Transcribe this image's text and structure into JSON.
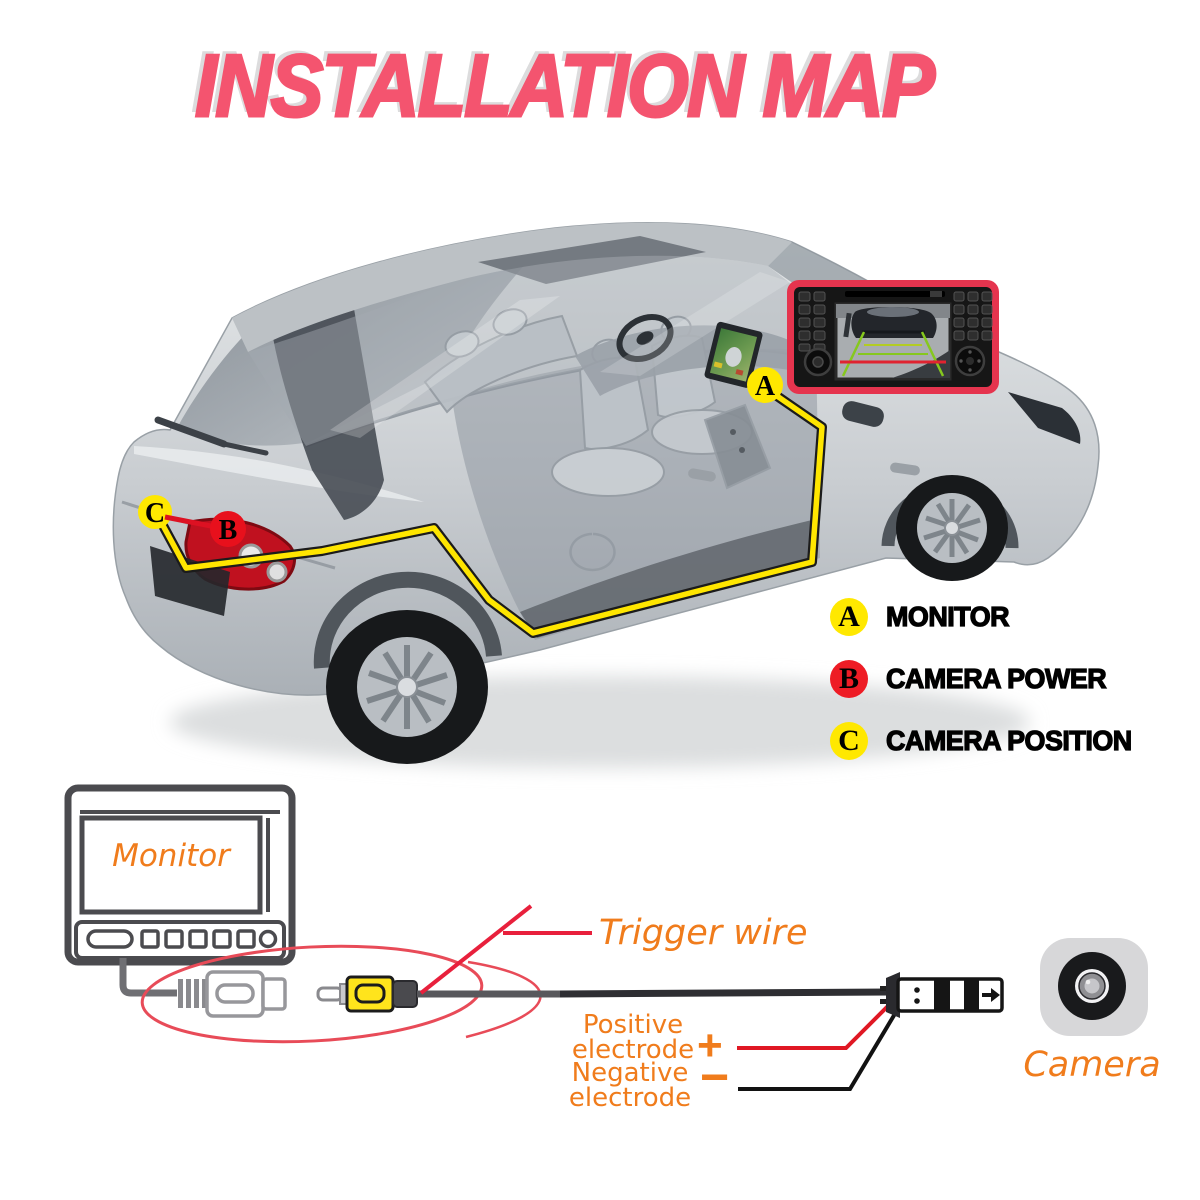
{
  "title": {
    "text": "INSTALLATION MAP"
  },
  "car_markers": {
    "a": "A",
    "b": "B",
    "c": "C"
  },
  "legend": {
    "items": [
      {
        "letter": "A",
        "label": "MONITOR",
        "circle_color": "#FFE800"
      },
      {
        "letter": "B",
        "label": "CAMERA POWER",
        "circle_color": "#EE1C25"
      },
      {
        "letter": "C",
        "label": "CAMERA POSITION",
        "circle_color": "#FFE800"
      }
    ]
  },
  "schematic": {
    "monitor_label": "Monitor",
    "trigger_wire_label": "Trigger wire",
    "positive": {
      "line1": "Positive",
      "line2": "electrode",
      "sign": "+"
    },
    "negative": {
      "line1": "Negative",
      "line2": "electrode",
      "sign": "−"
    },
    "camera_label": "Camera"
  },
  "colors": {
    "titlePink": "#f4546f",
    "labelOrange": "#f07c1c",
    "wireYellow": "#ffe600",
    "markerYellow": "#ffe800",
    "markerRed": "#e8101c",
    "frameRed": "#e5344e",
    "lineRed": "#e8394c",
    "legendRed": "#ee1c25"
  }
}
